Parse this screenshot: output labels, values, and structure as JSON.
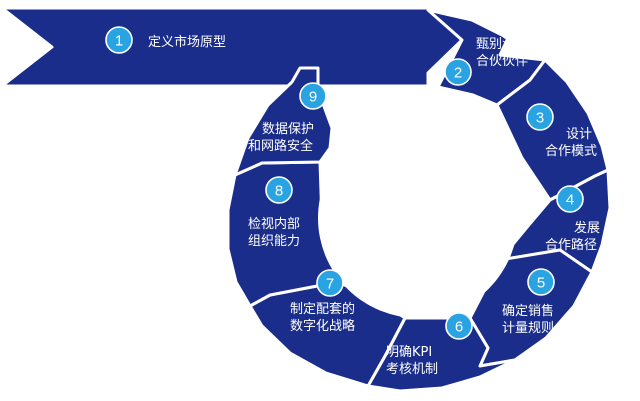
{
  "colors": {
    "segment": "#1a2d8a",
    "badge": "#2aa3e2",
    "text": "#ffffff",
    "background": "#ffffff"
  },
  "steps": [
    {
      "num": "1",
      "lines": [
        "定义市场原型"
      ]
    },
    {
      "num": "2",
      "lines": [
        "甄别潜在",
        "合伙伙伴"
      ]
    },
    {
      "num": "3",
      "lines": [
        "设计",
        "合作模式"
      ]
    },
    {
      "num": "4",
      "lines": [
        "发展",
        "合作路径"
      ]
    },
    {
      "num": "5",
      "lines": [
        "确定销售",
        "计量规则"
      ]
    },
    {
      "num": "6",
      "lines": [
        "明确KPI",
        "考核机制"
      ]
    },
    {
      "num": "7",
      "lines": [
        "制定配套的",
        "数字化战略"
      ]
    },
    {
      "num": "8",
      "lines": [
        "检视内部",
        "组织能力"
      ]
    },
    {
      "num": "9",
      "lines": [
        "数据保护",
        "和网路安全"
      ]
    }
  ]
}
